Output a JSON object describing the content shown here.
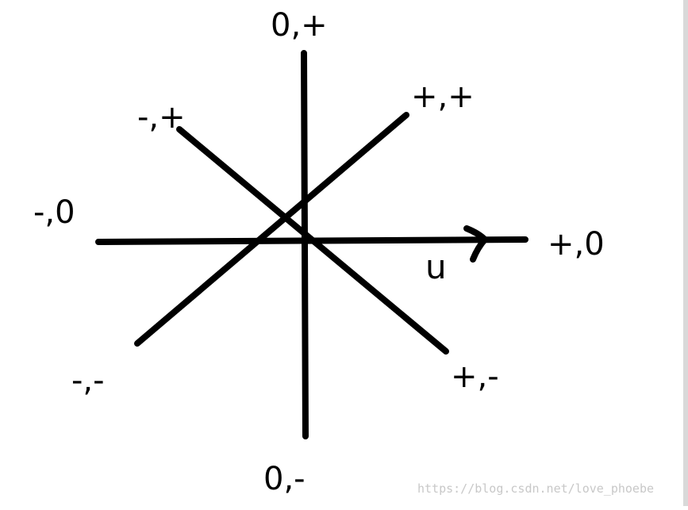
{
  "diagram": {
    "labels": {
      "up": "0,+",
      "up_right": "+,+",
      "up_left": "-,+",
      "left": "-,0",
      "right": "+,0",
      "down_left": "-,-",
      "down_right": "+,-",
      "down": "0,-",
      "vector": "u"
    },
    "colors": {
      "ink": "#000000",
      "background": "#ffffff",
      "watermark": "#c8c8c8"
    }
  },
  "watermark": "https://blog.csdn.net/love_phoebe"
}
